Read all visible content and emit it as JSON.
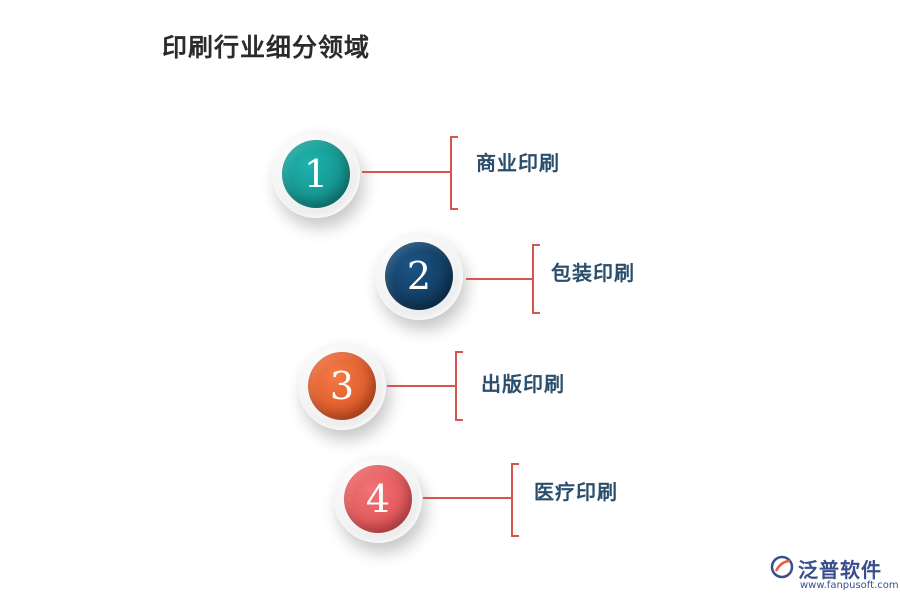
{
  "title": "印刷行业细分领域",
  "items": [
    {
      "number": "1",
      "label": "商业印刷",
      "color": "#169a95"
    },
    {
      "number": "2",
      "label": "包装印刷",
      "color": "#0f3c63"
    },
    {
      "number": "3",
      "label": "出版印刷",
      "color": "#e8622f"
    },
    {
      "number": "4",
      "label": "医疗印刷",
      "color": "#e85a5c"
    }
  ],
  "accent_color": "#d9534f",
  "logo": {
    "name": "泛普软件",
    "url": "www.fanpusoft.com",
    "icon": "fanpu-logo-icon"
  }
}
